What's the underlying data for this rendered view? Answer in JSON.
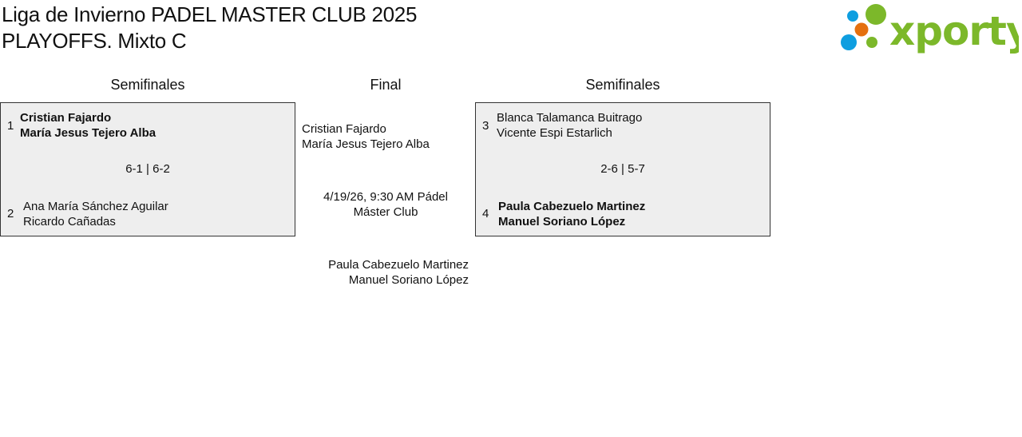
{
  "header": {
    "title_line1": "Liga de Invierno PADEL MASTER CLUB 2025",
    "title_line2": "PLAYOFFS. Mixto C",
    "logo_text": "xporty"
  },
  "columns": {
    "left": "Semifinales",
    "center": "Final",
    "right": "Semifinales"
  },
  "semis": [
    {
      "team1": {
        "seed": "1",
        "player1": "Cristian Fajardo",
        "player2": "María Jesus Tejero Alba",
        "winner": true
      },
      "score": "6-1 | 6-2",
      "team2": {
        "seed": "2",
        "player1": "Ana María Sánchez Aguilar",
        "player2": "Ricardo Cañadas",
        "winner": false
      }
    },
    {
      "team1": {
        "seed": "3",
        "player1": "Blanca Talamanca Buitrago",
        "player2": "Vicente Espi Estarlich",
        "winner": false
      },
      "score": "2-6 | 5-7",
      "team2": {
        "seed": "4",
        "player1": "Paula Cabezuelo Martinez",
        "player2": "Manuel Soriano López",
        "winner": true
      }
    }
  ],
  "final": {
    "team1": {
      "player1": "Cristian Fajardo",
      "player2": "María Jesus Tejero Alba"
    },
    "schedule": "4/19/26, 9:30 AM Pádel Máster Club",
    "team2": {
      "player1": "Paula Cabezuelo Martinez",
      "player2": "Manuel Soriano López"
    }
  },
  "colors": {
    "green": "#7cb82a",
    "blue": "#0e9ee0",
    "orange": "#e5700f"
  }
}
